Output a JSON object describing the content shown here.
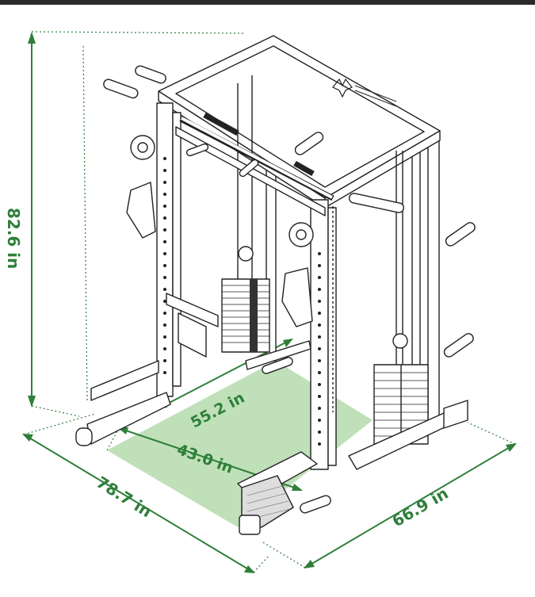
{
  "dimensions": {
    "height": "82.6 in",
    "width": "78.7 in",
    "depth": "66.9 in",
    "inner_depth": "55.2 in",
    "inner_width": "43.0 in"
  },
  "colors": {
    "dimension_green": "#2f7f3a",
    "floor_fill": "#bfe0b8",
    "line": "#222222",
    "top_bar": "#2b2b2b"
  },
  "icons": {
    "brand_logo": "wings-logo-icon"
  }
}
